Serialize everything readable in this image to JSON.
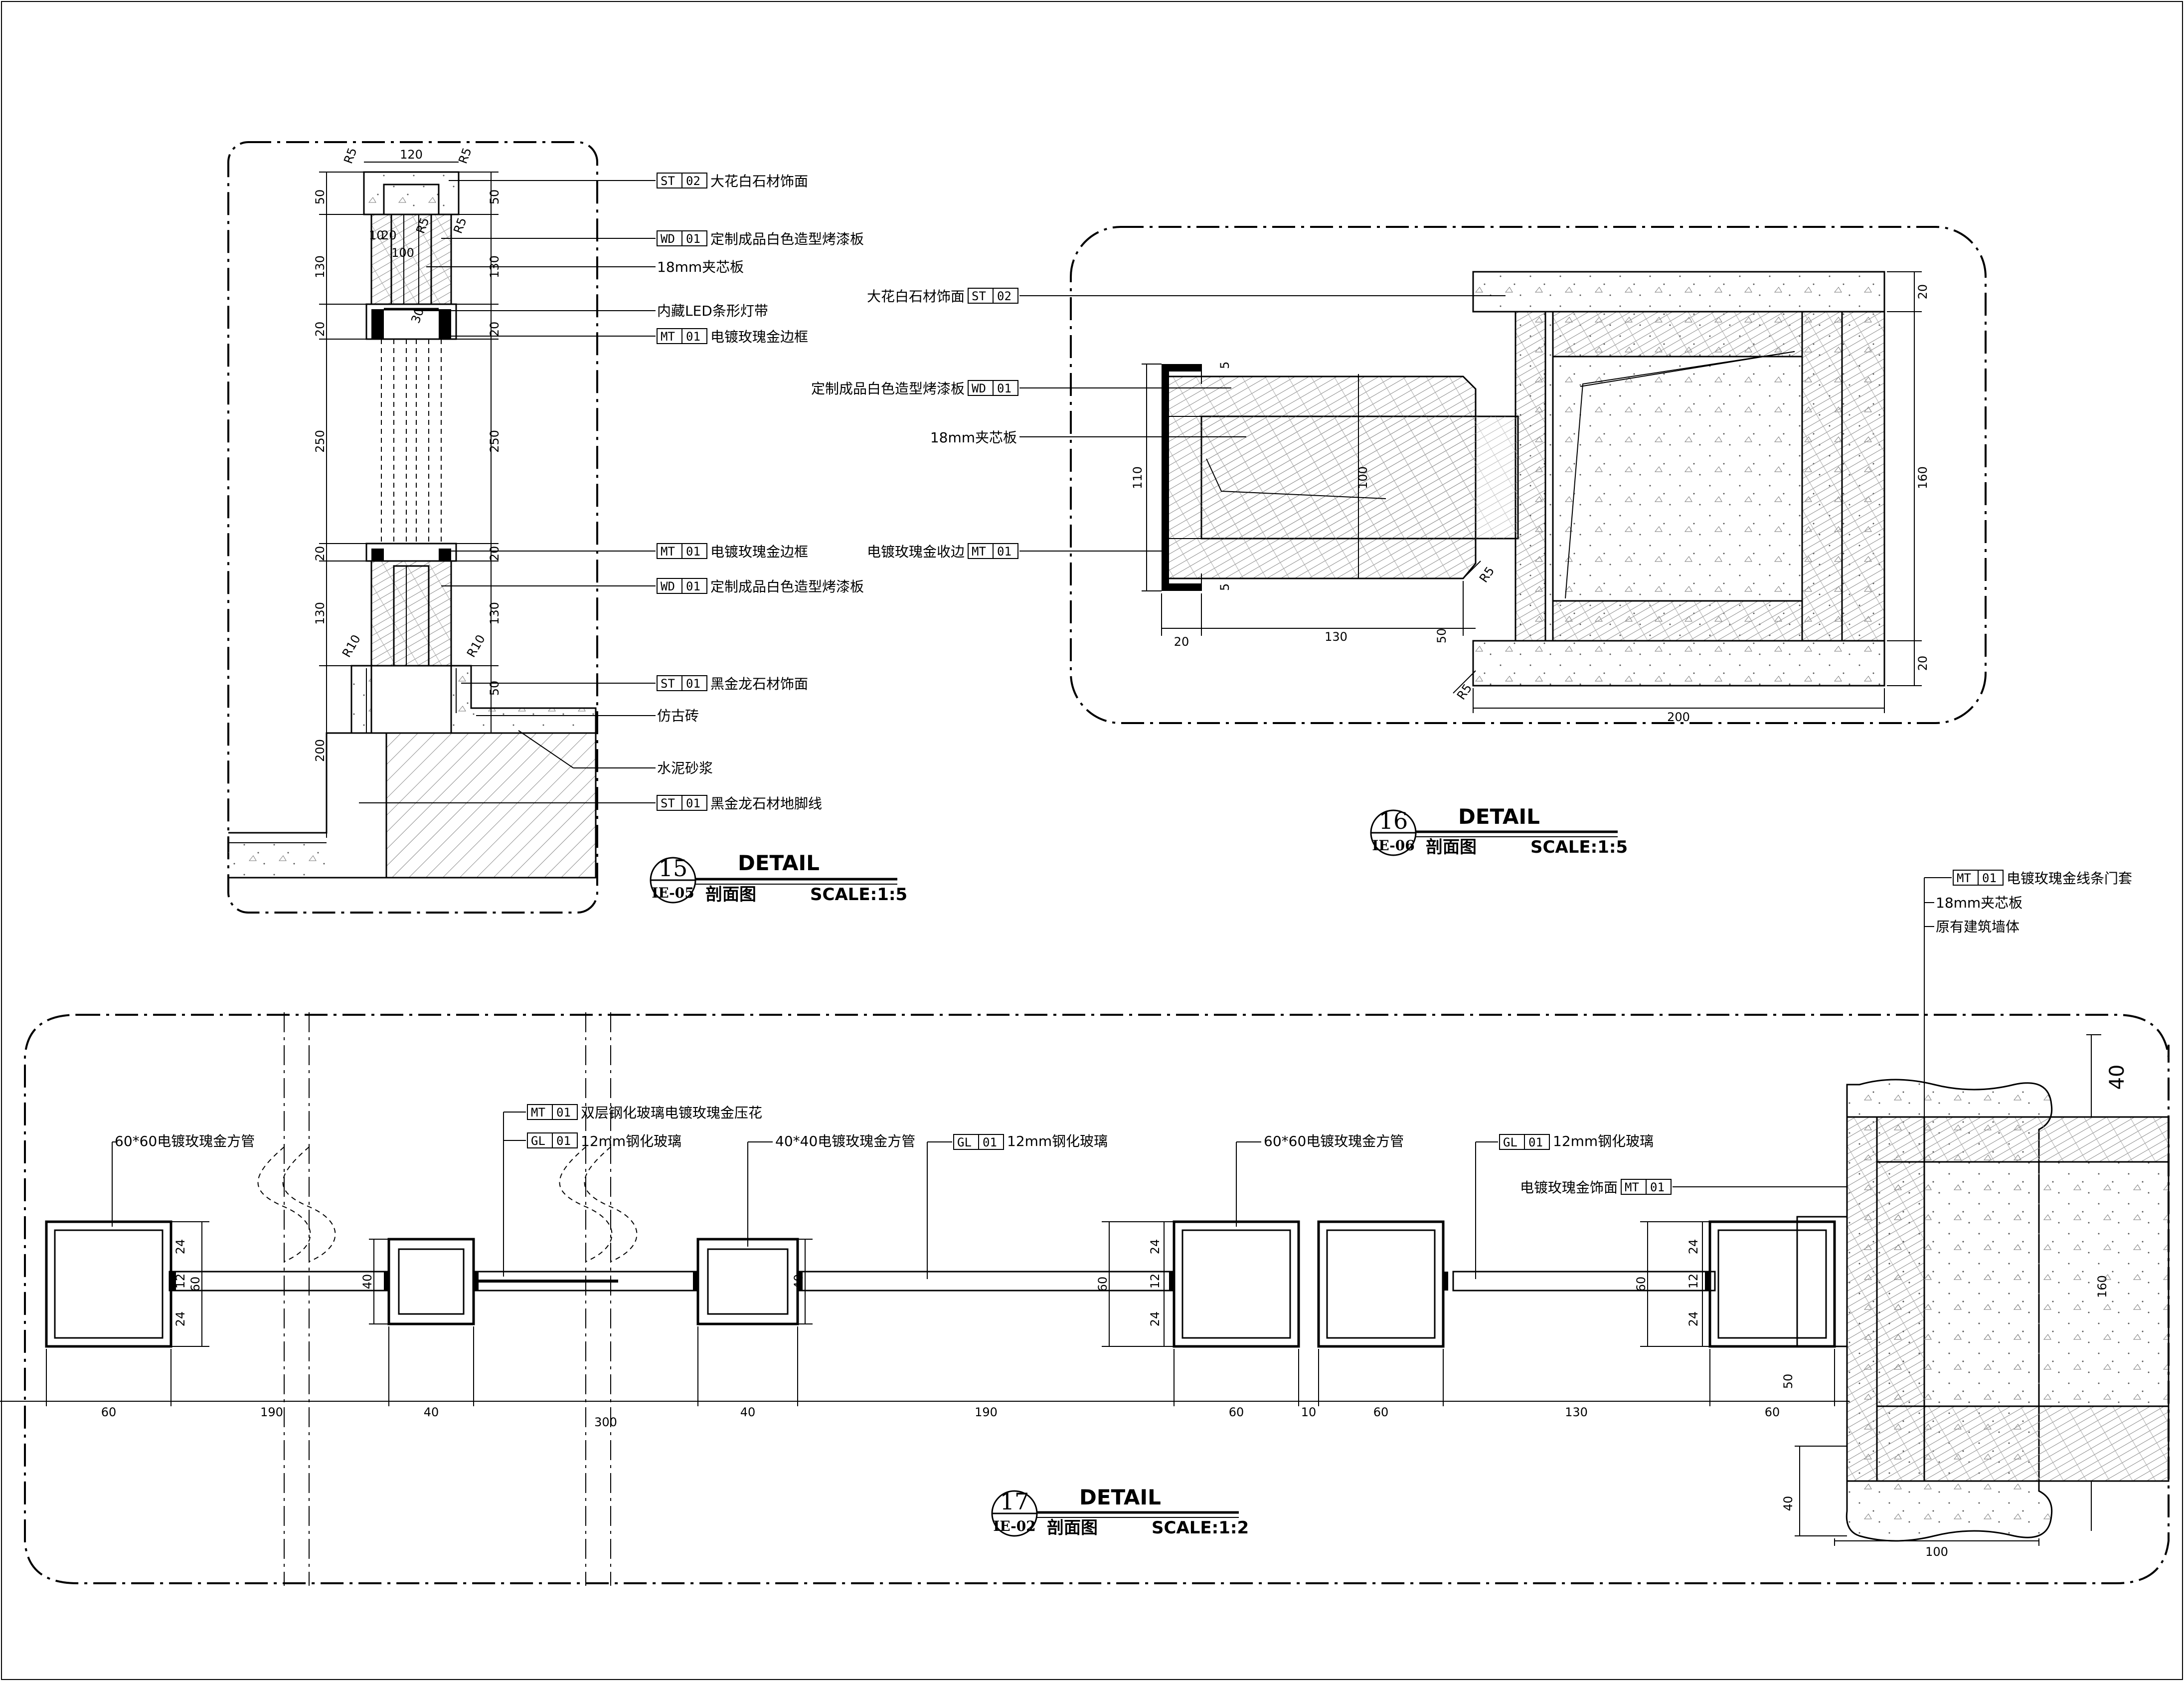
{
  "detail15": {
    "title": "DETAIL",
    "number": "15",
    "ref": "IE-05",
    "subtitle": "剖面图",
    "scale": "SCALE:1:5",
    "labels": [
      {
        "code": "ST",
        "num": "02",
        "text": "大花白石材饰面"
      },
      {
        "code": "WD",
        "num": "01",
        "text": "定制成品白色造型烤漆板"
      },
      {
        "code": "",
        "num": "",
        "text": "18mm夹芯板"
      },
      {
        "code": "",
        "num": "",
        "text": "内藏LED条形灯带"
      },
      {
        "code": "MT",
        "num": "01",
        "text": "电镀玫瑰金边框"
      },
      {
        "code": "MT",
        "num": "01",
        "text": "电镀玫瑰金边框"
      },
      {
        "code": "WD",
        "num": "01",
        "text": "定制成品白色造型烤漆板"
      },
      {
        "code": "ST",
        "num": "01",
        "text": "黑金龙石材饰面"
      },
      {
        "code": "",
        "num": "",
        "text": "仿古砖"
      },
      {
        "code": "",
        "num": "",
        "text": "水泥砂浆"
      },
      {
        "code": "ST",
        "num": "01",
        "text": "黑金龙石材地脚线"
      }
    ],
    "dims": {
      "top": "120",
      "r5a": "R5",
      "r5b": "R5",
      "h50a": "50",
      "h50b": "50",
      "d10": "10",
      "d20": "20",
      "d100": "100",
      "r5c": "R5",
      "r5d": "R5",
      "h130a": "130",
      "h130b": "130",
      "h20a": "20",
      "h20b": "20",
      "d30": "30",
      "h250a": "250",
      "h250b": "250",
      "h20c": "20",
      "h20d": "20",
      "h130c": "130",
      "h130d": "130",
      "r10a": "R10",
      "r10b": "R10",
      "h50c": "50",
      "h200": "200"
    }
  },
  "detail16": {
    "title": "DETAIL",
    "number": "16",
    "ref": "IE-06",
    "subtitle": "剖面图",
    "scale": "SCALE:1:5",
    "labels": [
      {
        "code": "ST",
        "num": "02",
        "text": "大花白石材饰面"
      },
      {
        "code": "WD",
        "num": "01",
        "text": "定制成品白色造型烤漆板"
      },
      {
        "code": "",
        "num": "",
        "text": "18mm夹芯板"
      },
      {
        "code": "MT",
        "num": "01",
        "text": "电镀玫瑰金收边"
      }
    ],
    "dims": {
      "d5a": "5",
      "d5b": "5",
      "h110": "110",
      "h100": "100",
      "r5a": "R5",
      "r5b": "R5",
      "w20": "20",
      "w130": "130",
      "w50": "50",
      "w200": "200",
      "h20a": "20",
      "h160": "160",
      "h20b": "20"
    }
  },
  "detail17": {
    "title": "DETAIL",
    "number": "17",
    "ref": "IE-02",
    "subtitle": "剖面图",
    "scale": "SCALE:1:2",
    "labels": [
      {
        "code": "",
        "num": "",
        "text": "60*60电镀玫瑰金方管"
      },
      {
        "code": "MT",
        "num": "01",
        "text": "双层钢化玻璃电镀玫瑰金压花"
      },
      {
        "code": "GL",
        "num": "01",
        "text": "12mm钢化玻璃"
      },
      {
        "code": "",
        "num": "",
        "text": "40*40电镀玫瑰金方管"
      },
      {
        "code": "GL",
        "num": "01",
        "text": "12mm钢化玻璃"
      },
      {
        "code": "",
        "num": "",
        "text": "60*60电镀玫瑰金方管"
      },
      {
        "code": "GL",
        "num": "01",
        "text": "12mm钢化玻璃"
      },
      {
        "code": "MT",
        "num": "01",
        "text": "电镀玫瑰金饰面"
      },
      {
        "code": "MT",
        "num": "01",
        "text": "电镀玫瑰金线条门套"
      },
      {
        "code": "",
        "num": "",
        "text": "18mm夹芯板"
      },
      {
        "code": "",
        "num": "",
        "text": "原有建筑墙体"
      }
    ],
    "dims": {
      "bottom": [
        "60",
        "190",
        "40",
        "40",
        "190",
        "60",
        "10",
        "60",
        "130",
        "60"
      ],
      "total300": "300",
      "v24a": "24",
      "v12a": "12",
      "v24b": "24",
      "v60a": "60",
      "v40a": "40",
      "v40b": "40",
      "v60b": "60",
      "v24c": "24",
      "v12b": "12",
      "v24d": "24",
      "v60c": "60",
      "v24e": "24",
      "v12c": "12",
      "v24f": "24",
      "v40c": "40",
      "v160": "160",
      "v50": "50",
      "v40d": "40",
      "w100": "100"
    }
  }
}
